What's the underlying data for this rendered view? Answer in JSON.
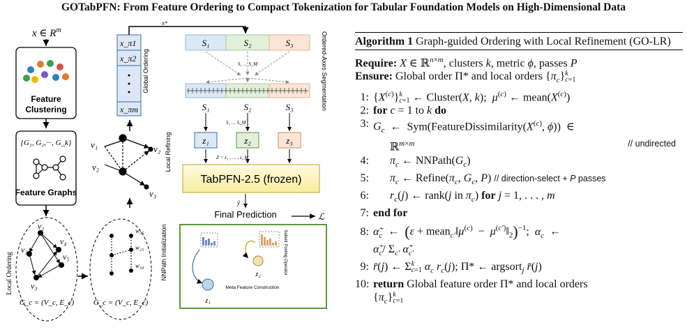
{
  "title": "GOTabPFN: From Feature Ordering to Compact Tokenization for Tabular Foundation Models on High-Dimensional Data",
  "figure": {
    "input_label": "x ∈ R",
    "input_sup": "m",
    "clustering_label_1": "Feature",
    "clustering_label_2": "Clustering",
    "groups_label": "{G₁, G₂,···, G_k}",
    "graphs_label": "Feature Graphs",
    "local_ordering": "Local Ordering",
    "graph_label": "G_c = (V_c, E_c)",
    "graph_label2": "G_c = (V_c, E_c)",
    "nnpath_init": "NNPath Initialization",
    "local_refining": "Local Refining",
    "global_ordering": "Global Ordering",
    "pi_star": "π*",
    "x_items": [
      "x_π1",
      "x_π2",
      "x_πm"
    ],
    "segments": [
      "S₁",
      "S₂",
      "S₃"
    ],
    "seg_span": "S₁ … S_M",
    "seg_span2": "S₁ … S_M",
    "ordered_axes": "Ordered-Axes Segmentation",
    "z_items": [
      "z₁",
      "z₂",
      "z₃"
    ],
    "z_seq": "Z = z₁ , … , z_M",
    "tabpfn": "TabPFN-2.5 (frozen)",
    "yhat": "ŷ",
    "final_prediction": "Final Prediction",
    "loss": "ℒ",
    "meta_feature": "Meta Feature Construction",
    "salient_op": "Salient Pooling Operator",
    "z1_small": "z₁",
    "z2_small": "z₂",
    "v_nodes": [
      "v₁",
      "v₂",
      "v₃",
      "v₄",
      "v₅"
    ],
    "refine_nodes": [
      "v₁",
      "v₂",
      "v₂",
      "v₃"
    ],
    "w_labels": [
      "w₃₅",
      "w₂₅",
      "w₃₄"
    ]
  },
  "algorithm": {
    "label": "Algorithm 1",
    "name": "Graph-guided Ordering with Local Refinement (GO-LR)",
    "require_kw": "Require:",
    "require": "X ∈ ℝ^{n×m}, clusters k, metric ϕ, passes P",
    "ensure_kw": "Ensure:",
    "ensure": "Global order Π* and local orders {π_c}_{c=1}^k",
    "lines": [
      {
        "n": "1:",
        "text": "{X^(c)}_{c=1}^k ← Cluster(X, k);  μ^(c) ← mean(X^(c))"
      },
      {
        "n": "2:",
        "kw": "for",
        "text": "c = 1 to k",
        "kw2": "do"
      },
      {
        "n": "3:",
        "text": "G_c ← Sym(FeatureDissimilarity(X^(c), ϕ)) ∈ ℝ^{m×m}",
        "comment": "// undirected"
      },
      {
        "n": "4:",
        "text": "π_c ← NNPath(G_c)"
      },
      {
        "n": "5:",
        "text": "π_c ← Refine(π_c, G_c, P)",
        "comment": "// direction-select + P passes"
      },
      {
        "n": "6:",
        "text": "r_c(j) ← rank(j in π_c)",
        "kw": "for",
        "text2": "j = 1, …, m"
      },
      {
        "n": "7:",
        "kw": "end for"
      },
      {
        "n": "8:",
        "text": "α̃_c ← (ε + mean_{c′} ‖μ^(c) − μ^(c′)‖₂)^{−1};  α_c ← α̃_c / Σ_{c′} α̃_{c′}"
      },
      {
        "n": "9:",
        "text": "r̄(j) ← Σ_{c=1}^k α_c r_c(j); Π* ← argsort_j r̄(j)"
      },
      {
        "n": "10:",
        "kw": "return",
        "text": "Global feature order Π* and local orders {π_c}_{c=1}^k"
      }
    ]
  },
  "colors": {
    "seg_blue": "#dbe8f6",
    "seg_green": "#e2efd9",
    "seg_orange": "#fbe5d6",
    "tabpfn_yellow": "#fbf4c6",
    "meta_border": "#5b9a3a",
    "xcol_fill": "#dce8f5"
  }
}
